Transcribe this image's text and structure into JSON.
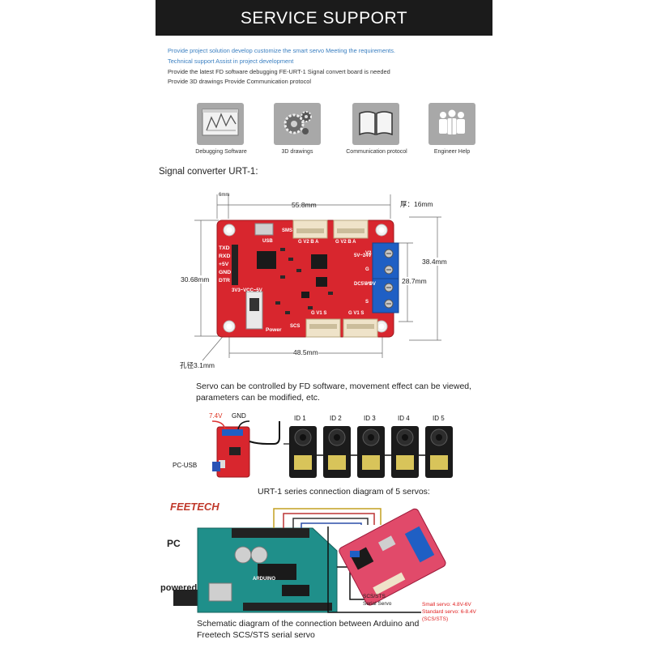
{
  "header": {
    "title": "SERVICE SUPPORT"
  },
  "bullets": [
    "Provide project solution develop customize the smart servo Meeting the requirements.",
    "Technical support Assist in project development",
    "Provide the latest FD software debugging FE-URT-1 Signal convert board is needed",
    "Provide 3D drawings Provide Communication protocol"
  ],
  "icons": [
    {
      "label": "Debugging Software",
      "icon": "debug-software-icon"
    },
    {
      "label": "3D drawings",
      "icon": "gears-icon"
    },
    {
      "label": "Communication protocol",
      "icon": "book-icon"
    },
    {
      "label": "Engineer Help",
      "icon": "engineers-icon"
    }
  ],
  "board": {
    "section_title": "Signal converter URT-1:",
    "dims": {
      "top_small": "6mm",
      "width": "55.8mm",
      "thickness": "厚：16mm",
      "height_left": "30.68mm",
      "height_right": "38.4mm",
      "height_inner": "28.7mm",
      "hole_spacing": "48.5mm",
      "hole": "孔径3.1mm"
    },
    "pins": [
      "TXD",
      "RXD",
      "+5V",
      "GND",
      "DTR"
    ],
    "silk": {
      "usb": "USB",
      "sms": "SMS",
      "scs": "SCS",
      "power": "Power",
      "voltage": "3V3~VCC~5V",
      "v_range_a": "5V~24V",
      "v_range_b": "DC5V~9V",
      "hdr_top": "G V2 B A",
      "hdr_bot": "G V1 S",
      "v2": "V2",
      "v1": "V1",
      "g": "G",
      "s": "S"
    }
  },
  "fd_caption": "Servo can be controlled by FD software, movement effect can be viewed, parameters can be modified, etc.",
  "chain": {
    "v_label": "7.4V",
    "gnd_label": "GND",
    "pc_label": "PC-USB",
    "servo_ids": [
      "ID 1",
      "ID 2",
      "ID 3",
      "ID 4",
      "ID 5"
    ],
    "caption": "URT-1 series connection diagram of 5 servos:"
  },
  "arduino": {
    "brand": "FEETECH",
    "pc": "PC",
    "powered": "powered",
    "board_name": "ARDUINO",
    "serial_label_1": "SCS/STS",
    "serial_label_2": "Serial Servo",
    "note_small": "Small servo: 4.8V-6V",
    "note_standard": "Standard servo: 6-8.4V",
    "note_scs": "(SCS/STS)",
    "caption_1": "Schematic diagram of the connection between Arduino and",
    "caption_2": "Freetech SCS/STS serial servo"
  },
  "colors": {
    "header_bg": "#1b1b1b",
    "blue_text": "#3a7fc1",
    "board_red": "#d8262e",
    "terminal_blue": "#1f5fc4",
    "arduino_teal": "#1f8f8a",
    "note_red": "#e02020"
  }
}
